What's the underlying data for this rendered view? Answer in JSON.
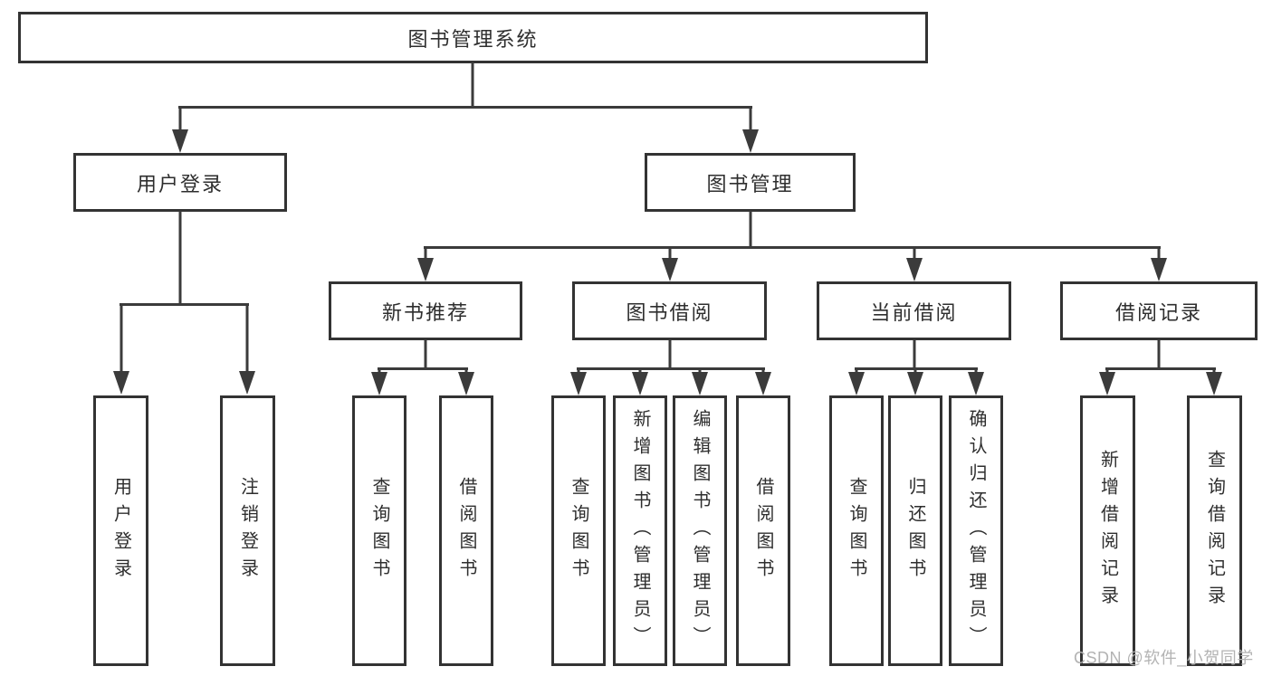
{
  "diagram_title": "图书管理系统",
  "hierarchy": {
    "label": "图书管理系统",
    "children": [
      {
        "label": "用户登录",
        "children": [
          {
            "label": "用户登录"
          },
          {
            "label": "注销登录"
          }
        ]
      },
      {
        "label": "图书管理",
        "children": [
          {
            "label": "新书推荐",
            "children": [
              {
                "label": "查询图书"
              },
              {
                "label": "借阅图书"
              }
            ]
          },
          {
            "label": "图书借阅",
            "children": [
              {
                "label": "查询图书"
              },
              {
                "label": "新增图书（管理员）"
              },
              {
                "label": "编辑图书（管理员）"
              },
              {
                "label": "借阅图书"
              }
            ]
          },
          {
            "label": "当前借阅",
            "children": [
              {
                "label": "查询图书"
              },
              {
                "label": "归还图书"
              },
              {
                "label": "确认归还（管理员）"
              }
            ]
          },
          {
            "label": "借阅记录",
            "children": [
              {
                "label": "新增借阅记录"
              },
              {
                "label": "查询借阅记录"
              }
            ]
          }
        ]
      }
    ]
  },
  "watermark": "CSDN @软件_小贺同学",
  "colors": {
    "line": "#3b3b3b",
    "box_border": "#333333",
    "box_background": "#ffffff",
    "text_color": "#2e2e2e",
    "watermark_color": "#b3b3b3",
    "page_background": "#ffffff"
  }
}
